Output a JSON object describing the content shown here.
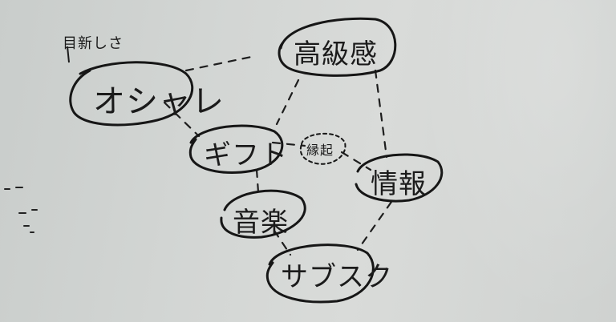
{
  "whiteboard": {
    "ink_color": "#1b1b1b",
    "nodes": [
      {
        "id": "oshare",
        "text": "オシャレ"
      },
      {
        "id": "koukyuukan",
        "text": "高級感"
      },
      {
        "id": "gift",
        "text": "ギフト"
      },
      {
        "id": "engi",
        "text": "縁起"
      },
      {
        "id": "jouhou",
        "text": "情報"
      },
      {
        "id": "ongaku",
        "text": "音楽"
      },
      {
        "id": "subscription",
        "text": "サブスク"
      }
    ],
    "annotation": "目新しさ"
  }
}
